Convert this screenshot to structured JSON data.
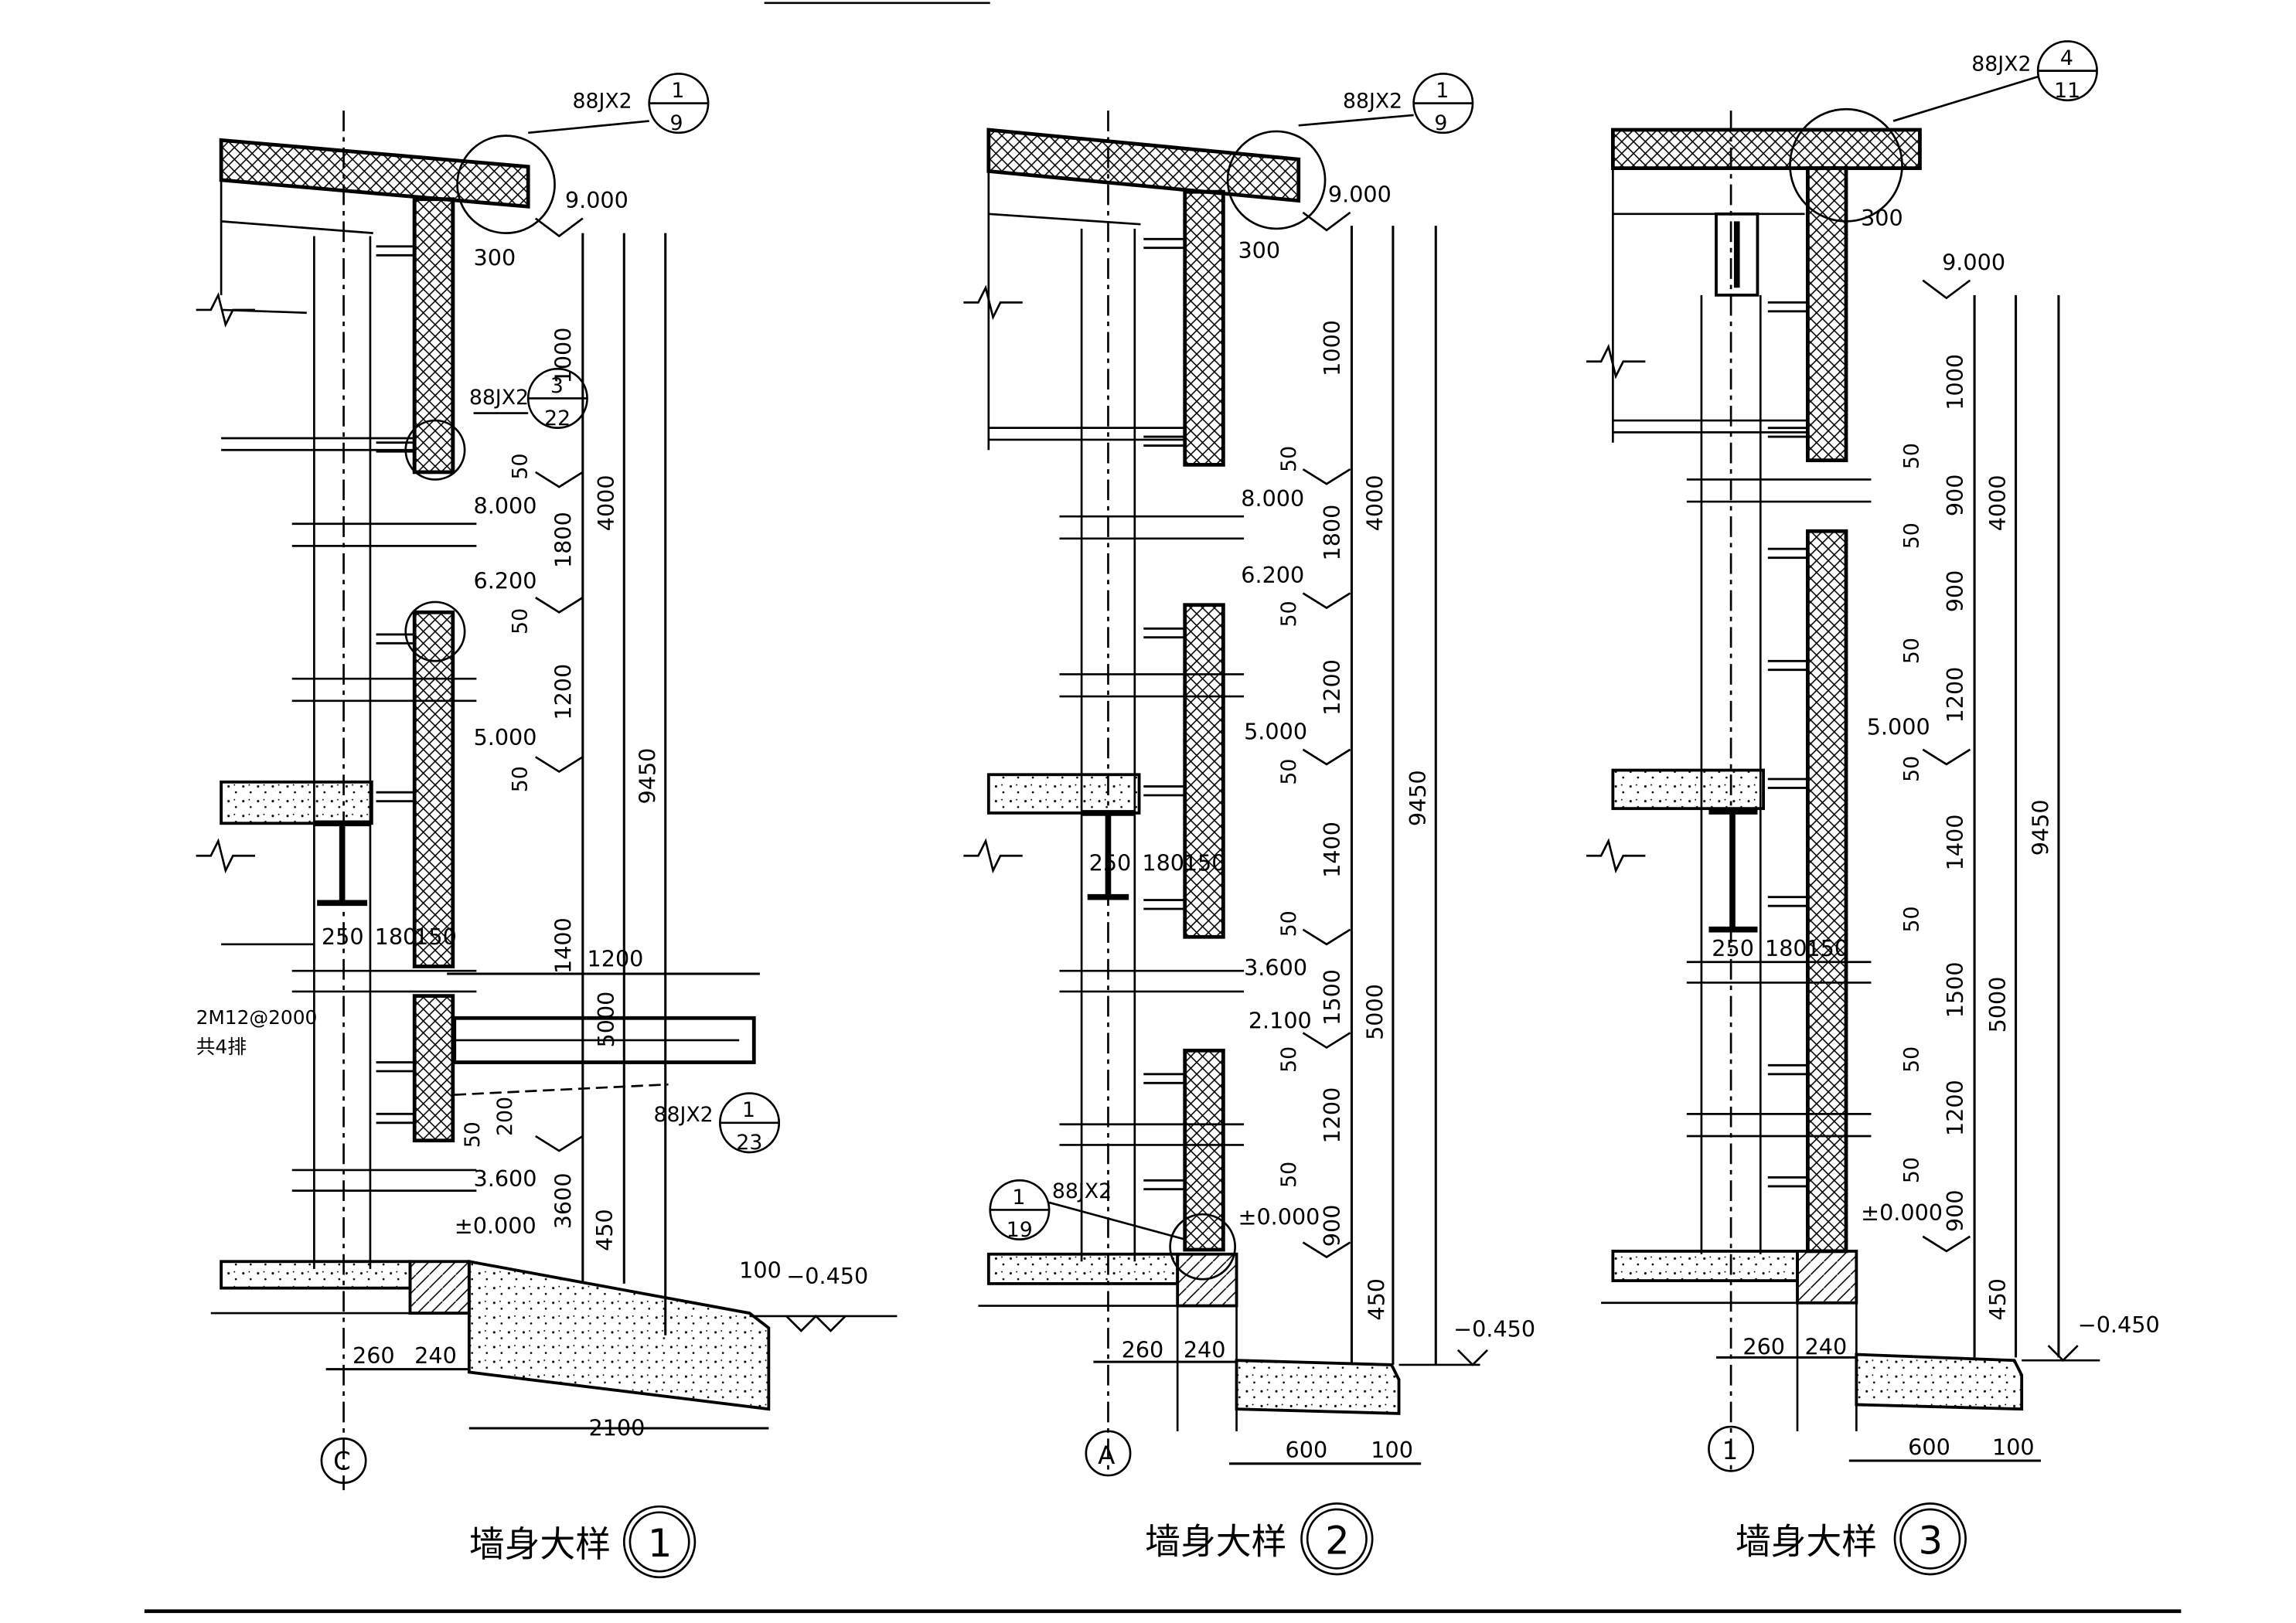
{
  "drawing": {
    "details": [
      {
        "title": "墙身大样",
        "number": "1",
        "axis": "C",
        "roof_ref": {
          "code": "88JX2",
          "num": "1",
          "den": "9"
        },
        "mid_ref": {
          "code": "88JX2",
          "num": "3",
          "den": "22"
        },
        "canopy_ref": {
          "code": "88JX2",
          "num": "1",
          "den": "23"
        },
        "anchor_note": "2M12@2000",
        "anchor_note2": "共4排",
        "levels": [
          "9.000",
          "8.000",
          "6.200",
          "5.000",
          "3.600",
          "±0.000",
          "−0.450"
        ],
        "dims_a": [
          "300",
          "1000",
          "50",
          "1800",
          "50",
          "1200",
          "50",
          "1400",
          "50",
          "200",
          "3600",
          "450",
          "100"
        ],
        "dims_b": [
          "4000",
          "5000"
        ],
        "total": "9450",
        "wall_dims": [
          "250",
          "180",
          "150"
        ],
        "foot_dims": [
          "260",
          "240"
        ],
        "canopy_dims": [
          "1200",
          "2100"
        ]
      },
      {
        "title": "墙身大样",
        "number": "2",
        "axis": "A",
        "roof_ref": {
          "code": "88JX2",
          "num": "1",
          "den": "9"
        },
        "base_ref": {
          "code": "88JX2",
          "num": "1",
          "den": "19"
        },
        "levels": [
          "9.000",
          "8.000",
          "6.200",
          "5.000",
          "3.600",
          "2.100",
          "±0.000",
          "−0.450"
        ],
        "dims_a": [
          "300",
          "1000",
          "50",
          "1800",
          "50",
          "1200",
          "50",
          "1400",
          "50",
          "1500",
          "50",
          "1200",
          "50",
          "900",
          "450"
        ],
        "dims_b": [
          "4000",
          "5000"
        ],
        "total": "9450",
        "wall_dims": [
          "250",
          "180",
          "150"
        ],
        "foot_dims": [
          "260",
          "240"
        ],
        "apron_dims": [
          "600",
          "100"
        ]
      },
      {
        "title": "墙身大样",
        "number": "3",
        "axis": "1",
        "roof_ref": {
          "code": "88JX2",
          "num": "4",
          "den": "11"
        },
        "levels": [
          "9.000",
          "5.000",
          "±0.000",
          "−0.450"
        ],
        "dims_a": [
          "300",
          "1000",
          "50",
          "900",
          "50",
          "900",
          "50",
          "1200",
          "50",
          "1400",
          "50",
          "1500",
          "50",
          "1200",
          "50",
          "900",
          "450"
        ],
        "dims_b": [
          "4000",
          "5000"
        ],
        "total": "9450",
        "wall_dims": [
          "250",
          "180",
          "150"
        ],
        "foot_dims": [
          "260",
          "240"
        ],
        "apron_dims": [
          "600",
          "100"
        ]
      }
    ]
  }
}
